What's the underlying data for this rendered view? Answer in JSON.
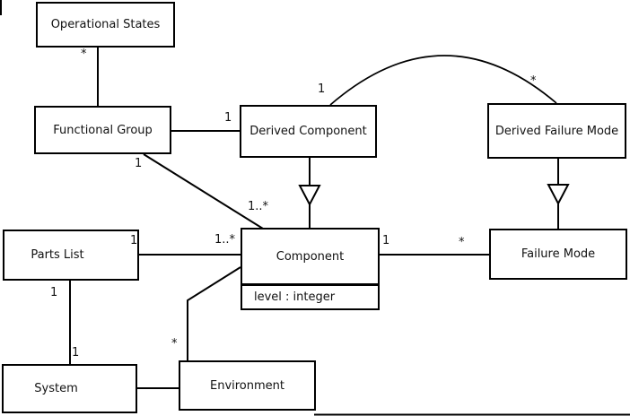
{
  "diagram_type": "UML class diagram",
  "colors": {
    "line": "#000000",
    "background": "#ffffff",
    "box_fill": "#ffffff",
    "text": "#111111"
  },
  "classes": {
    "operational_states": {
      "name": "Operational States"
    },
    "functional_group": {
      "name": "Functional Group"
    },
    "derived_component": {
      "name": "Derived Component"
    },
    "derived_failure_mode": {
      "name": "Derived Failure Mode"
    },
    "component": {
      "name": "Component",
      "attribute": "level : integer"
    },
    "failure_mode": {
      "name": "Failure Mode"
    },
    "parts_list": {
      "name": "Parts List"
    },
    "system": {
      "name": "System"
    },
    "environment": {
      "name": "Environment"
    }
  },
  "relationships": [
    {
      "from": "Functional Group",
      "to": "Operational States",
      "type": "association",
      "from_mult": "",
      "to_mult": "*"
    },
    {
      "from": "Functional Group",
      "to": "Derived Component",
      "type": "association",
      "from_mult": "",
      "to_mult": "1"
    },
    {
      "from": "Functional Group",
      "to": "Component",
      "type": "association",
      "from_mult": "1",
      "to_mult": "1..*"
    },
    {
      "from": "Derived Component",
      "to": "Component",
      "type": "generalization",
      "from_mult": "",
      "to_mult": ""
    },
    {
      "from": "Derived Failure Mode",
      "to": "Failure Mode",
      "type": "generalization",
      "from_mult": "",
      "to_mult": ""
    },
    {
      "from": "Derived Component",
      "to": "Derived Failure Mode",
      "type": "association",
      "from_mult": "1",
      "to_mult": "*"
    },
    {
      "from": "Parts List",
      "to": "Component",
      "type": "association",
      "from_mult": "1",
      "to_mult": "1..*"
    },
    {
      "from": "Component",
      "to": "Failure Mode",
      "type": "association",
      "from_mult": "1",
      "to_mult": "*"
    },
    {
      "from": "Environment",
      "to": "Component",
      "type": "association",
      "from_mult": "*",
      "to_mult": ""
    },
    {
      "from": "Parts List",
      "to": "System",
      "type": "association",
      "from_mult": "1",
      "to_mult": "1"
    },
    {
      "from": "System",
      "to": "Environment",
      "type": "association",
      "from_mult": "",
      "to_mult": ""
    }
  ]
}
